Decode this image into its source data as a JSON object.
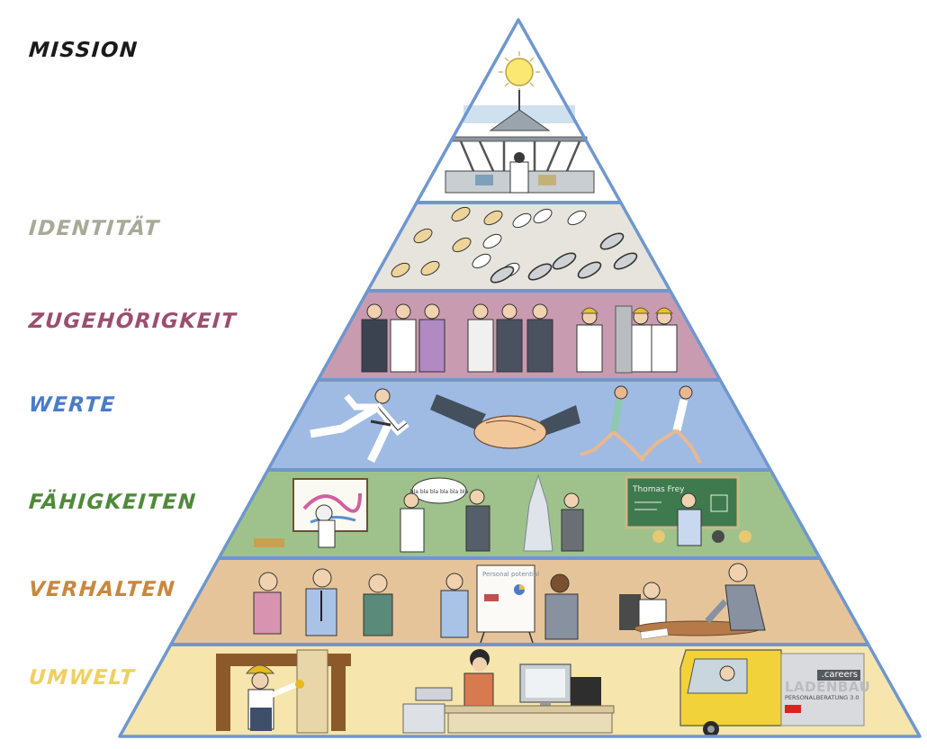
{
  "levels": [
    {
      "name": "Mission",
      "label": "MISSION",
      "label_color": "#1a1a1a",
      "fill": "#ffffff",
      "scene": "captain steering a ship from the bridge under a shining sun"
    },
    {
      "name": "Identitaet",
      "label": "IDENTITÄT",
      "label_color": "#a9a99a",
      "fill": "#e6e4dc",
      "scene": "trails of bare footprints, shoe prints and boot prints"
    },
    {
      "name": "Zugehoerigkeit",
      "label": "ZUGEHÖRIGKEIT",
      "label_color": "#9c4e6e",
      "fill": "#c99bb0",
      "scene": "office team, craftsmen team and construction workers lifting a beam"
    },
    {
      "name": "Werte",
      "label": "WERTE",
      "label_color": "#4a7cc7",
      "fill": "#9fbbe3",
      "scene": "karate kick, handshake, two runners"
    },
    {
      "name": "Faehigkeiten",
      "label": "FÄHIGKEITEN",
      "label_color": "#4f8a3a",
      "fill": "#9fc28c",
      "scene": "painter at easel, conversation with speech bubble, architect with skyscraper model, teacher at chalkboard"
    },
    {
      "name": "Verhalten",
      "label": "VERHALTEN",
      "label_color": "#c8883f",
      "fill": "#e6c49a",
      "scene": "colleagues applauding, presenter at flipchart, boss angry at employee"
    },
    {
      "name": "Umwelt",
      "label": "UMWELT",
      "label_color": "#f0cf62",
      "fill": "#f6e5ad",
      "scene": "construction worker with hammer, office desk with computer, delivery truck"
    }
  ],
  "illustration_text": {
    "speech_bubble": "bla bla bla bla bla bla",
    "chalkboard_title": "Thomas Frey",
    "flipchart_title": "Personal potential"
  },
  "brand": {
    "domain": ".careers",
    "name": "LADENBAU",
    "tagline": "PERSONALBERATUNG 3.0",
    "accent": "#e02020"
  },
  "colors": {
    "outline": "#6f97cf"
  }
}
